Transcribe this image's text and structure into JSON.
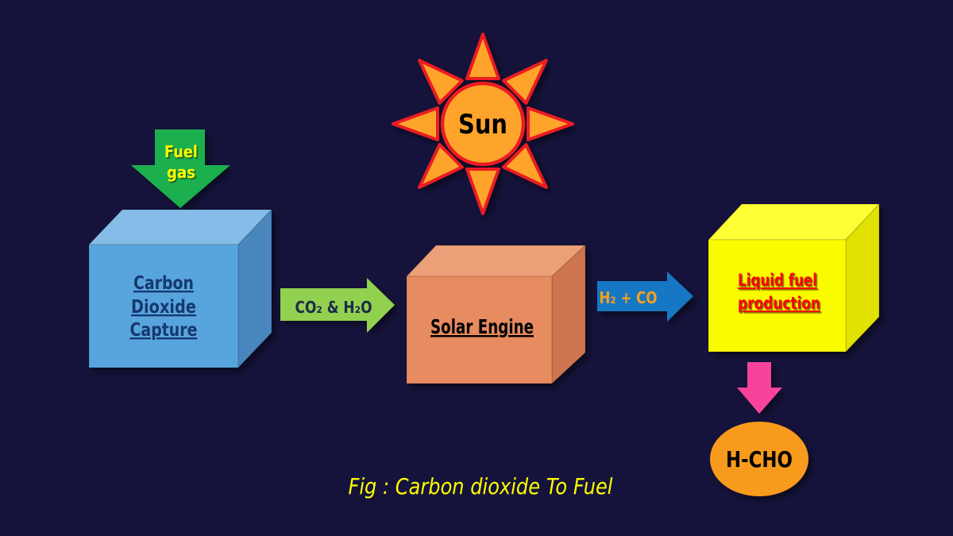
{
  "colors": {
    "background": "#15133B"
  },
  "sun": {
    "label": "Sun",
    "fill": "#FFA42B",
    "stroke": "#EC1C24",
    "label_color": "#000000"
  },
  "fuel_gas_arrow": {
    "lines": [
      "Fuel",
      "gas"
    ],
    "fill": "#1FAF4E",
    "text_color": "#FFFF00"
  },
  "co2_capture_box": {
    "lines": [
      "Carbon",
      "Dioxide",
      "Capture"
    ],
    "front": "#58A5DE",
    "top": "#85BCE8",
    "side": "#4886BE",
    "text_color": "#15386E"
  },
  "co2_h2o_arrow": {
    "label": "CO₂ & H₂O",
    "fill": "#92D050",
    "text_color": "#1B2A4A"
  },
  "solar_engine_box": {
    "label": "Solar Engine",
    "front": "#E78B60",
    "top": "#ECA078",
    "side": "#CE7450",
    "text_color": "#000000"
  },
  "h2_co_arrow": {
    "label": "H₂ + CO",
    "fill": "#1878C4",
    "text_color": "#F8A01E"
  },
  "liquid_fuel_box": {
    "lines": [
      "Liquid fuel",
      "production"
    ],
    "front": "#FBFB02",
    "top": "#FFFF36",
    "side": "#E2E200",
    "text_color": "#FF0000"
  },
  "hcho_arrow": {
    "fill": "#F8439B"
  },
  "hcho_node": {
    "label": "H-CHO",
    "fill": "#F89A1D",
    "text_color": "#000000"
  },
  "caption": {
    "text": "Fig : Carbon dioxide To Fuel",
    "color": "#FFFF00"
  }
}
